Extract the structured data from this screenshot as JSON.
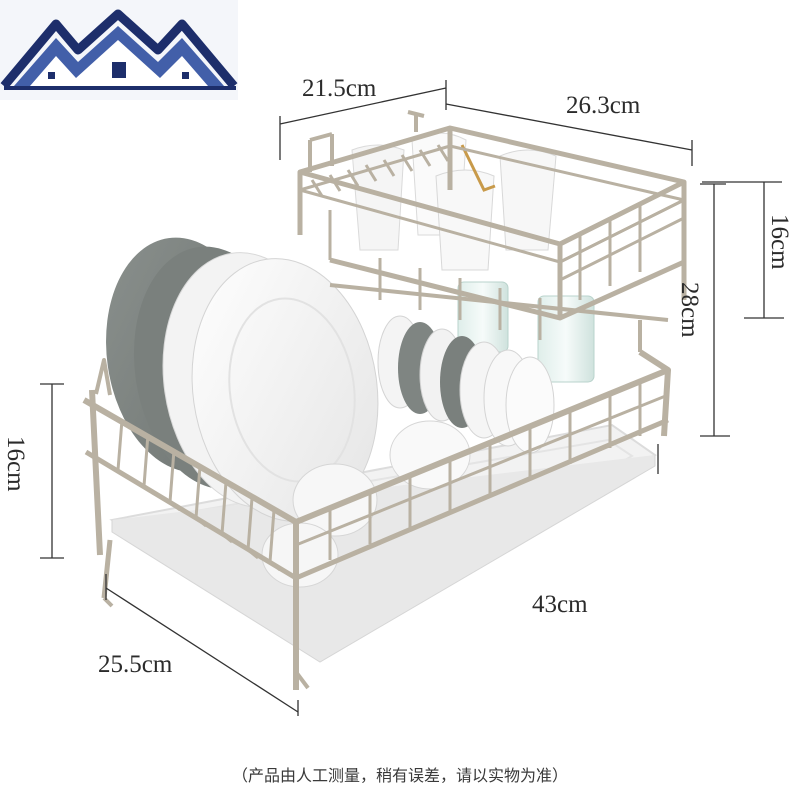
{
  "dimensions": {
    "top_width": "21.5cm",
    "top_depth": "26.3cm",
    "top_height": "16cm",
    "total_height": "28cm",
    "bottom_height": "16cm",
    "bottom_length": "43cm",
    "bottom_depth": "25.5cm"
  },
  "note": "（产品由人工测量，稍有误差，请以实物为准）",
  "colors": {
    "frame": "#b9b1a2",
    "frame_dark": "#9d9586",
    "plate_grey": "#7d8380",
    "plate_white": "#f7f7f7",
    "tray": "#f1f1f1",
    "logo_blue": "#2f4fa0",
    "logo_navy": "#1d2e6b"
  }
}
